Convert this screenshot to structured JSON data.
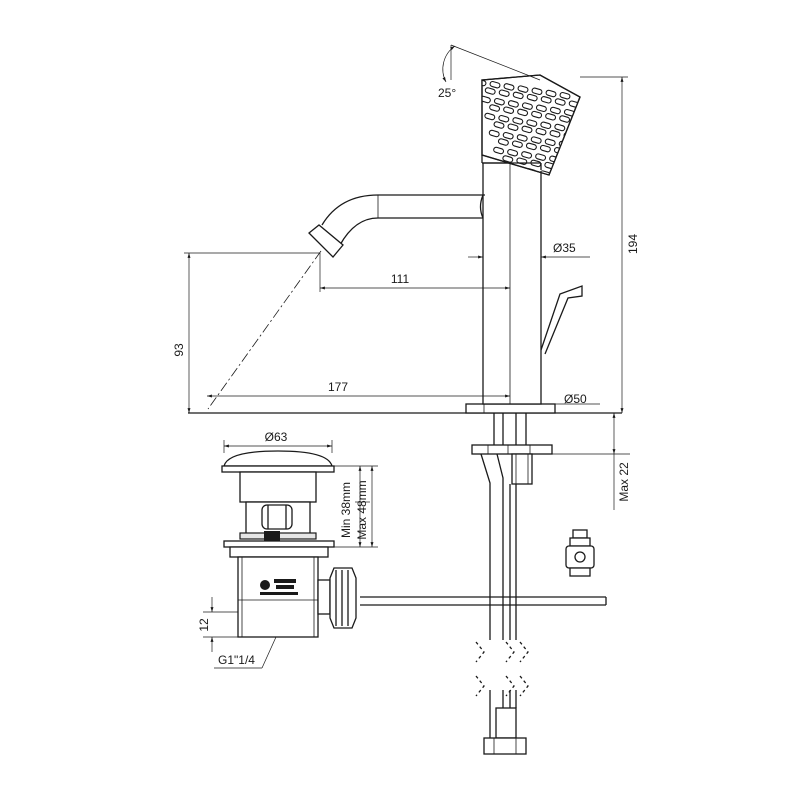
{
  "dimensions": {
    "angle": "25°",
    "height_total": "194",
    "spout_reach": "111",
    "body_diameter": "Ø35",
    "spout_height": "93",
    "overall_reach": "177",
    "base_diameter": "Ø50",
    "waste_diameter": "Ø63",
    "deck_max": "Max 22",
    "waste_min": "Min 38mm",
    "waste_max": "Max 48mm",
    "thread_height": "12",
    "thread_size": "G1\"1/4"
  }
}
